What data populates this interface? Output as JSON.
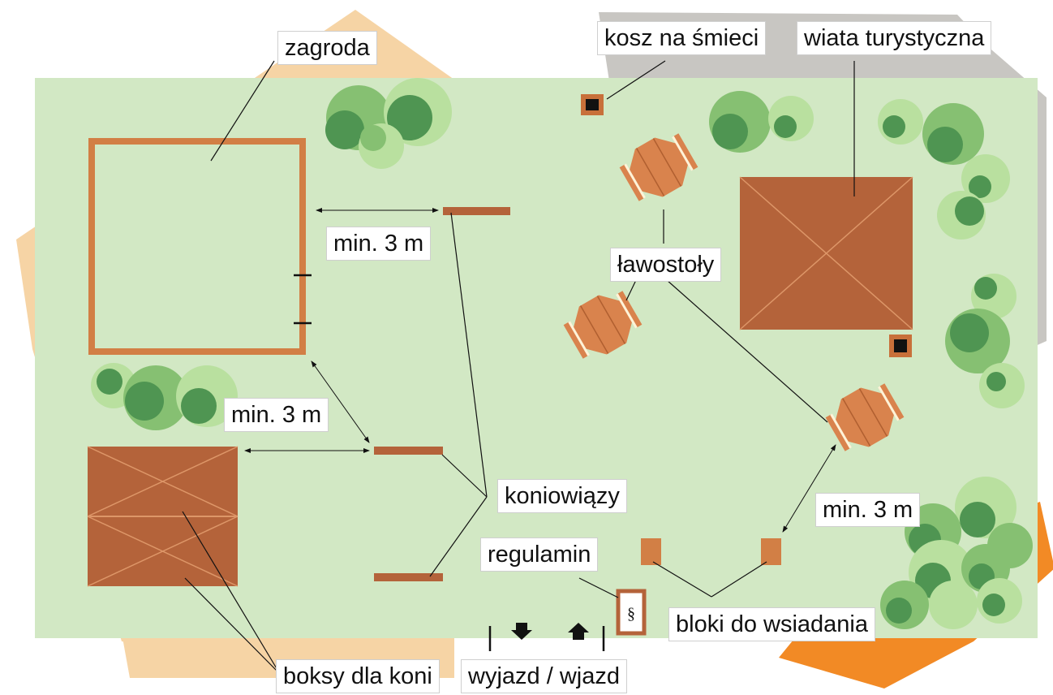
{
  "labels": {
    "zagroda": "zagroda",
    "kosz": "kosz na śmieci",
    "wiata": "wiata turystyczna",
    "lawostoly": "ławostoły",
    "min_top": "min. 3 m",
    "min_left": "min. 3 m",
    "min_right": "min. 3 m",
    "koniowiazy": "koniowiązy",
    "regulamin": "regulamin",
    "bloki": "bloki do wsiadania",
    "boksy": "boksy dla koni",
    "wyjazd": "wyjazd / wjazd"
  },
  "sign_symbol": "§",
  "icons": [
    "exit-arrow-down-icon",
    "entry-arrow-up-icon",
    "tree-icon",
    "picnic-table-icon",
    "trash-bin-icon"
  ],
  "colors": {
    "meadow": "#cfe6c2",
    "peach_bg": "#f6d4a5",
    "grey_bg": "#c8c6c2",
    "orange_bg": "#f28a25",
    "pen": "#d27f45",
    "roof": "#b4633a",
    "roof_lines": "#dd9668",
    "table": "#d9834d",
    "tree_dark": "#4f9552",
    "tree_mid": "#86c072",
    "tree_light": "#b9e09f"
  }
}
